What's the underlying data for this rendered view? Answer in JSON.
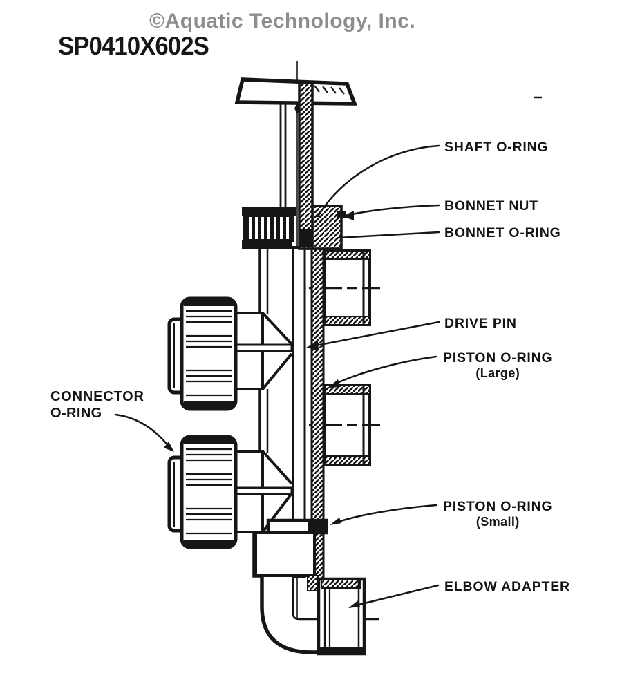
{
  "header": {
    "copyright": "©Aquatic Technology, Inc.",
    "part_number": "SP0410X602S"
  },
  "diagram": {
    "type": "parts-diagram",
    "subject": "valve cross-section with labeled service parts",
    "colors": {
      "ink": "#161616",
      "header_gray": "#8d8d8d",
      "background": "#ffffff"
    },
    "labels": [
      {
        "id": "shaft-oring",
        "text": "SHAFT O-RING"
      },
      {
        "id": "bonnet-nut",
        "text": "BONNET NUT"
      },
      {
        "id": "bonnet-oring",
        "text": "BONNET O-RING"
      },
      {
        "id": "drive-pin",
        "text": "DRIVE PIN"
      },
      {
        "id": "piston-oring-large",
        "text": "PISTON O-RING",
        "qualifier": "(Large)"
      },
      {
        "id": "connector-oring",
        "text": "CONNECTOR",
        "text2": "O-RING"
      },
      {
        "id": "piston-oring-small",
        "text": "PISTON O-RING",
        "qualifier": "(Small)"
      },
      {
        "id": "elbow-adapter",
        "text": "ELBOW ADAPTER"
      }
    ]
  }
}
